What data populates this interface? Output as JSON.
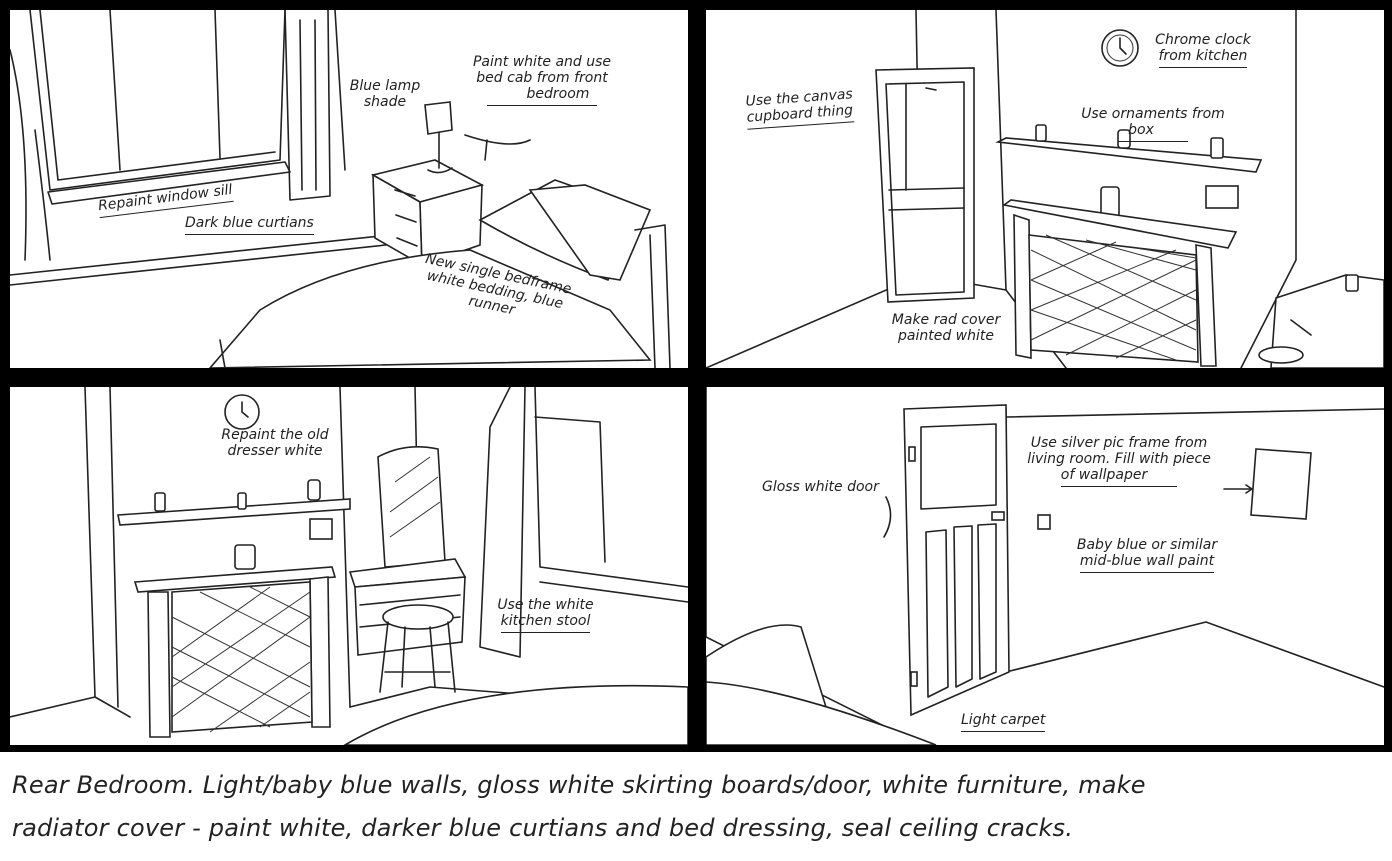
{
  "panels": [
    {
      "id": "top-left",
      "notes": [
        "Blue lamp",
        "shade",
        "Paint white and use",
        "bed cab from front",
        "bedroom",
        "Repaint window sill",
        "Dark blue curtians",
        "New single bedframe",
        "white bedding, blue",
        "runner"
      ]
    },
    {
      "id": "top-right",
      "notes": [
        "Chrome clock",
        "from kitchen",
        "Use the canvas",
        "cupboard thing",
        "Use ornaments from",
        "box",
        "Make rad cover",
        "painted white"
      ]
    },
    {
      "id": "bottom-left",
      "notes": [
        "Repaint the old",
        "dresser white",
        "Use the white",
        "kitchen stool"
      ]
    },
    {
      "id": "bottom-right",
      "notes": [
        "Gloss white door",
        "Use silver pic frame from",
        "living room. Fill with piece",
        "of wallpaper",
        "Baby blue or similar",
        "mid-blue wall paint",
        "Light carpet"
      ]
    }
  ],
  "caption": {
    "line1": "Rear Bedroom. Light/baby blue walls, gloss white skirting boards/door, white furniture, make",
    "line2": "radiator cover - paint white, darker blue curtians and bed dressing, seal ceiling cracks."
  }
}
